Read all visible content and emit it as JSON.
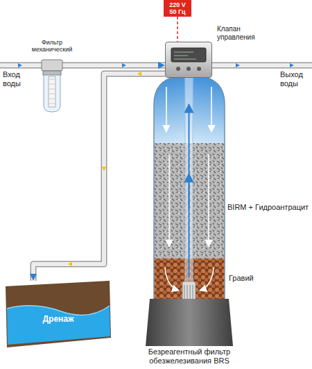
{
  "diagram": {
    "caption": "Безреагентный фильтр обезжелезивания BRS",
    "nodes": [
      {
        "text": [
          "220 V 50 Гц"
        ]
      },
      {
        "text": [
          "Клапан управления"
        ]
      },
      {
        "text": [
          "Фильтр механический"
        ]
      },
      {
        "text": [
          "Дренаж"
        ]
      }
    ],
    "edges": [
      {
        "from": 2,
        "to": 1,
        "arrow": "to"
      },
      {
        "from": 1,
        "to": 3,
        "arrow": "to"
      },
      {
        "from": 0,
        "to": 1,
        "arrow": "none"
      }
    ],
    "labels": [
      "Вход воды",
      "Выход воды",
      "BIRM + Гидроантрацит",
      "Гравий"
    ]
  }
}
